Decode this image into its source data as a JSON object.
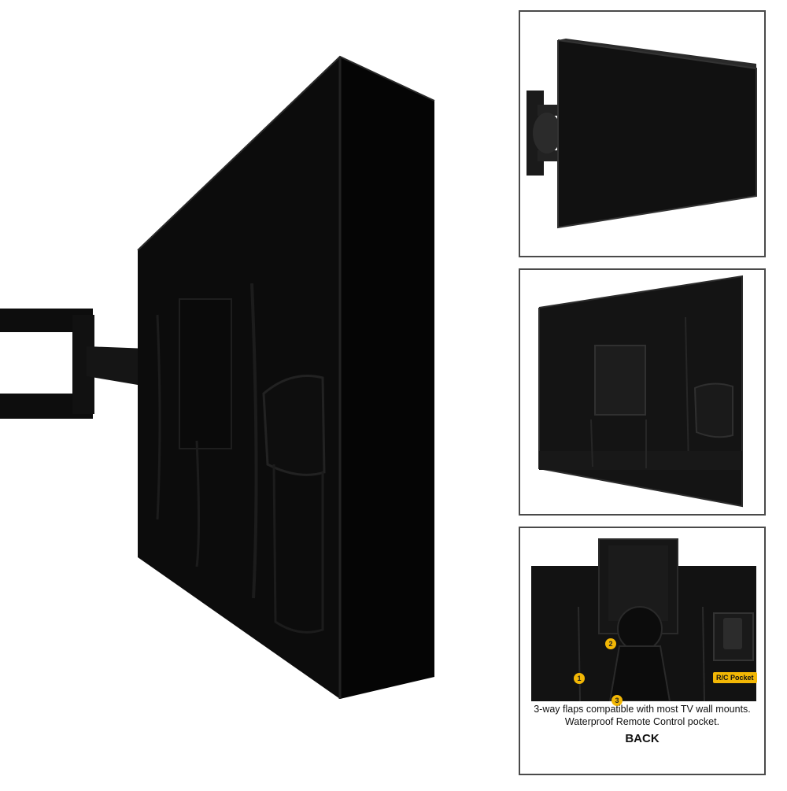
{
  "panels": {
    "back_view": {
      "callouts": [
        "1",
        "2",
        "3"
      ],
      "rc_pocket_label": "R/C Pocket",
      "caption_line_1": "3-way flaps compatible with most TV wall mounts.",
      "caption_line_2": "Waterproof Remote Control pocket.",
      "title": "BACK"
    }
  },
  "colors": {
    "cover_black": "#0b0b0b",
    "badge_yellow": "#f2b705",
    "frame_border": "#4a4a4a"
  }
}
